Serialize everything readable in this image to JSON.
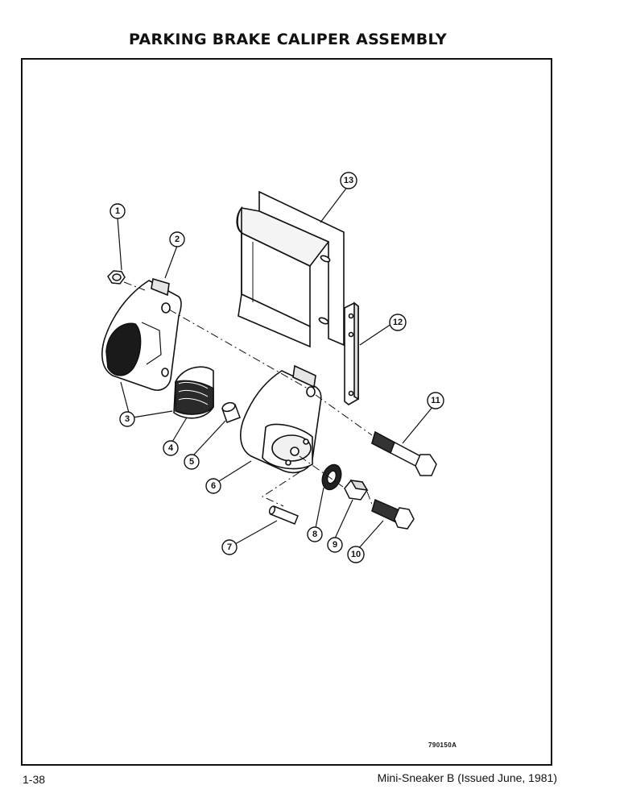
{
  "page": {
    "title": "PARKING BRAKE CALIPER ASSEMBLY",
    "figure_number": "790150A",
    "page_number": "1-38",
    "publication": "Mini-Sneaker B (Issued June, 1981)"
  },
  "callouts": [
    {
      "id": "1",
      "label": "1"
    },
    {
      "id": "2",
      "label": "2"
    },
    {
      "id": "3",
      "label": "3"
    },
    {
      "id": "4",
      "label": "4"
    },
    {
      "id": "5",
      "label": "5"
    },
    {
      "id": "6",
      "label": "6"
    },
    {
      "id": "7",
      "label": "7"
    },
    {
      "id": "8",
      "label": "8"
    },
    {
      "id": "9",
      "label": "9"
    },
    {
      "id": "10",
      "label": "10"
    },
    {
      "id": "11",
      "label": "11"
    },
    {
      "id": "12",
      "label": "12"
    },
    {
      "id": "13",
      "label": "13"
    }
  ]
}
